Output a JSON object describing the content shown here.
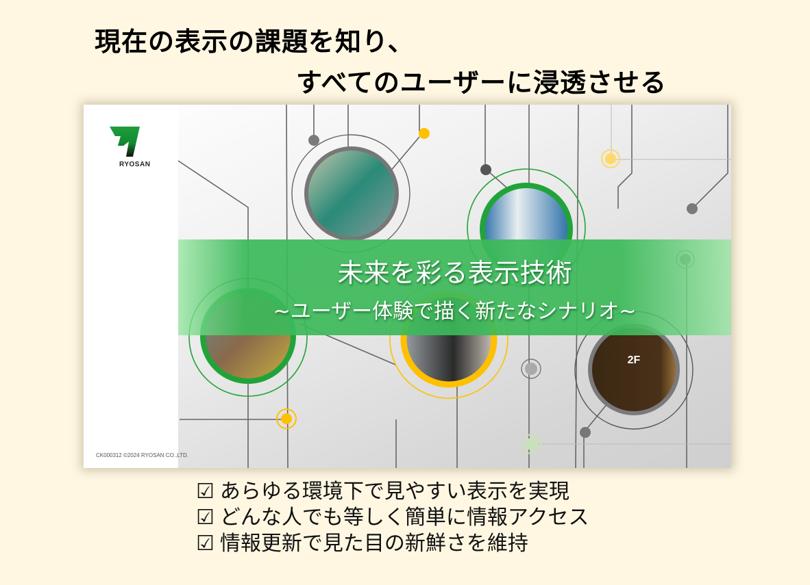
{
  "heading": {
    "line1": "現在の表示の課題を知り、",
    "line2": "すべてのユーザーに浸透させる"
  },
  "slide": {
    "logo_text": "RYOSAN",
    "copyright": "CK000312 ©2024 RYOSAN CO.,LTD.",
    "banner_title": "未来を彩る表示技術",
    "banner_subtitle": "~ユーザー体験で描く新たなシナリオ~",
    "colors": {
      "green": "#22A33A",
      "yellow": "#FFC000",
      "gray": "#7A7A7A",
      "banner": "#3CB95A"
    },
    "photos": [
      {
        "name": "ticket-gates",
        "ring": "gray"
      },
      {
        "name": "payment-terminal",
        "ring": "green"
      },
      {
        "name": "escalator-sign",
        "ring": "green"
      },
      {
        "name": "vending-machine",
        "ring": "yellow"
      },
      {
        "name": "elevator-panel",
        "ring": "gray",
        "label": "2F"
      }
    ]
  },
  "bullets": [
    {
      "icon": "☑",
      "text": "あらゆる環境下で見やすい表示を実現"
    },
    {
      "icon": "☑",
      "text": "どんな人でも等しく簡単に情報アクセス"
    },
    {
      "icon": "☑",
      "text": "情報更新で見た目の新鮮さを維持"
    }
  ]
}
